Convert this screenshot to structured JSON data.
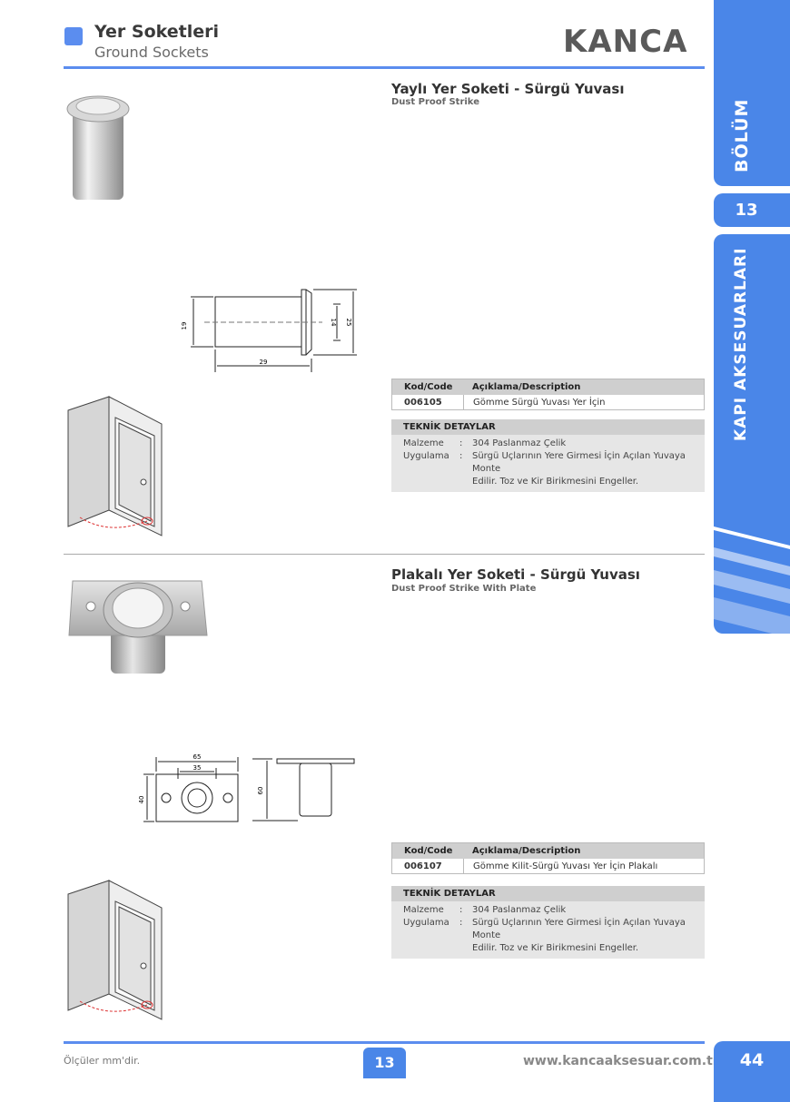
{
  "header": {
    "title": "Yer Soketleri",
    "subtitle": "Ground Sockets",
    "brand": "KANCA"
  },
  "side_tabs": {
    "section_label": "BÖLÜM",
    "section_number": "13",
    "category": "KAPI AKSESUARLARI"
  },
  "products": [
    {
      "title": "Yaylı Yer Soketi - Sürgü Yuvası",
      "subtitle": "Dust Proof Strike",
      "dimensions": {
        "h1": "19",
        "h2": "14",
        "h3": "25",
        "w": "29"
      },
      "table_head": {
        "code": "Kod/Code",
        "desc": "Açıklama/Description"
      },
      "code": "006105",
      "description": "Gömme Sürgü Yuvası Yer İçin",
      "tech_title": "TEKNİK DETAYLAR",
      "material_label": "Malzeme",
      "material": "304 Paslanmaz Çelik",
      "usage_label": "Uygulama",
      "usage_line1": "Sürgü Uçlarının Yere Girmesi İçin Açılan Yuvaya Monte",
      "usage_line2": "Edilir. Toz ve Kir Birikmesini Engeller."
    },
    {
      "title": "Plakalı Yer Soketi - Sürgü Yuvası",
      "subtitle": "Dust Proof Strike With Plate",
      "dimensions": {
        "w1": "65",
        "w2": "35",
        "h1": "40",
        "h2": "60"
      },
      "table_head": {
        "code": "Kod/Code",
        "desc": "Açıklama/Description"
      },
      "code": "006107",
      "description": "Gömme Kilit-Sürgü Yuvası Yer İçin Plakalı",
      "tech_title": "TEKNİK DETAYLAR",
      "material_label": "Malzeme",
      "material": "304 Paslanmaz Çelik",
      "usage_label": "Uygulama",
      "usage_line1": "Sürgü Uçlarının Yere Girmesi İçin Açılan Yuvaya Monte",
      "usage_line2": "Edilir. Toz ve Kir Birikmesini Engeller."
    }
  ],
  "footer": {
    "note": "Ölçüler mm'dir.",
    "section_number": "13",
    "url": "www.kancaaksesuar.com.tr",
    "page": "44"
  },
  "colors": {
    "accent": "#4a86e8",
    "line": "#5b8def"
  }
}
